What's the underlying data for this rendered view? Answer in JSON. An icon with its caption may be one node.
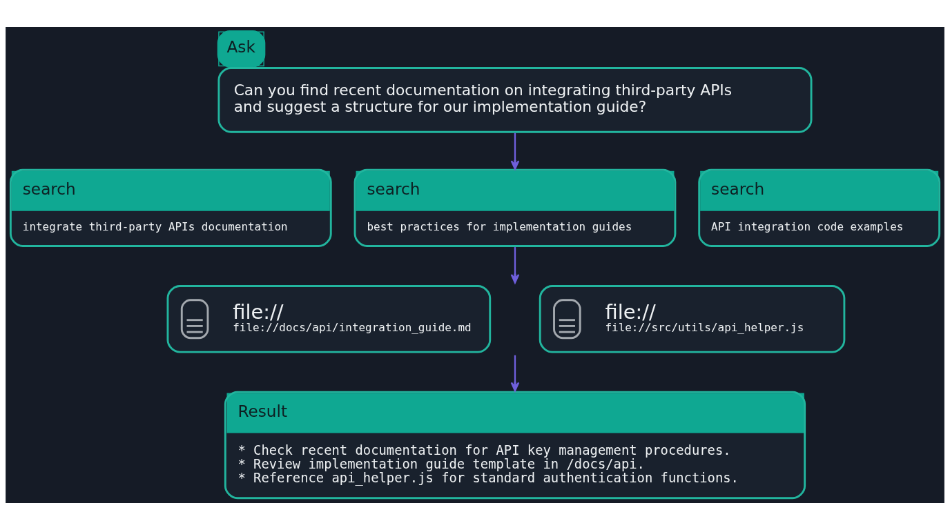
{
  "diagram": {
    "nodes": [
      {
        "text": [
          "Ask",
          "Can you find recent documentation on integrating third-party APIs and suggest a structure for our implementation guide?"
        ]
      },
      {
        "text": [
          "search",
          "integrate third-party APIs documentation"
        ]
      },
      {
        "text": [
          "search",
          "best practices for implementation guides"
        ]
      },
      {
        "text": [
          "search",
          "API integration code examples"
        ]
      },
      {
        "text": [
          "file://",
          "file://docs/api/integration_guide.md"
        ]
      },
      {
        "text": [
          "file://",
          "file://src/utils/api_helper.js"
        ]
      },
      {
        "text": [
          "Result",
          "* Check recent documentation for API key management procedures.",
          "* Review implementation guide template in /docs/api.",
          "* Reference api_helper.js for standard authentication functions."
        ]
      }
    ],
    "edges": [
      {
        "from": 0,
        "to": 2,
        "arrow": "to"
      },
      {
        "from": 2,
        "to": null,
        "arrow": "to"
      },
      {
        "from": null,
        "to": 6,
        "arrow": "to"
      }
    ]
  }
}
